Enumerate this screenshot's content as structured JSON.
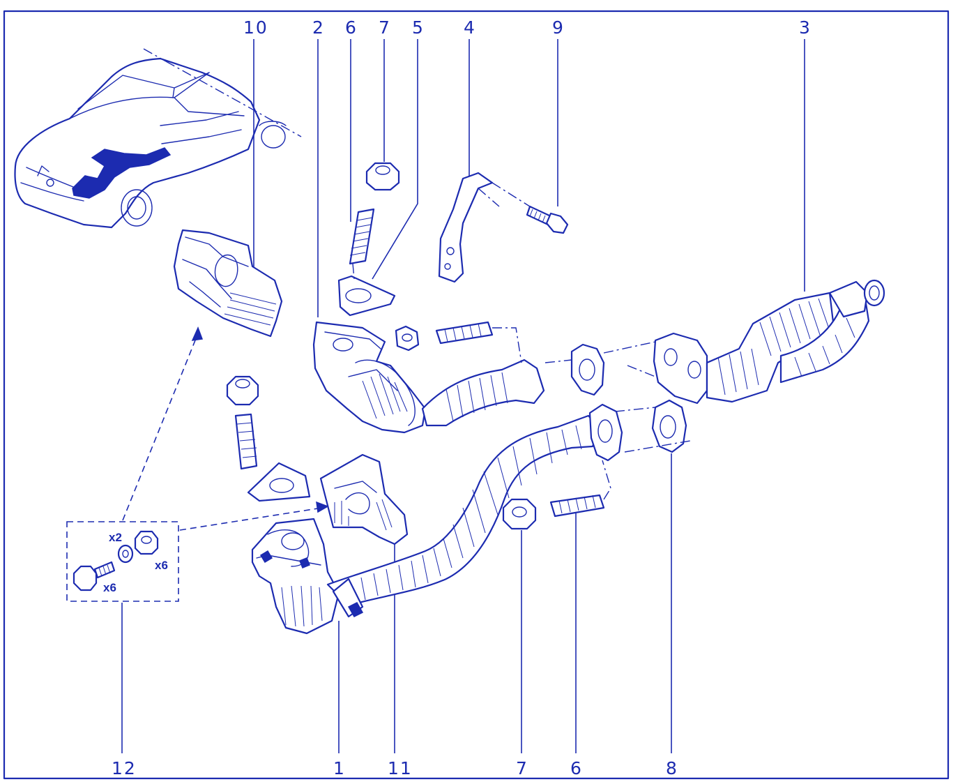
{
  "colors": {
    "ink": "#1c2bb0",
    "paper": "#ffffff"
  },
  "callouts_top": [
    "10",
    "2",
    "6",
    "7",
    "5",
    "4",
    "9",
    "3"
  ],
  "callouts_bottom": [
    "12",
    "1",
    "11",
    "7",
    "6",
    "8"
  ],
  "kit_quantities": {
    "nut": "x6",
    "washer": "x2",
    "bolt": "x6"
  }
}
